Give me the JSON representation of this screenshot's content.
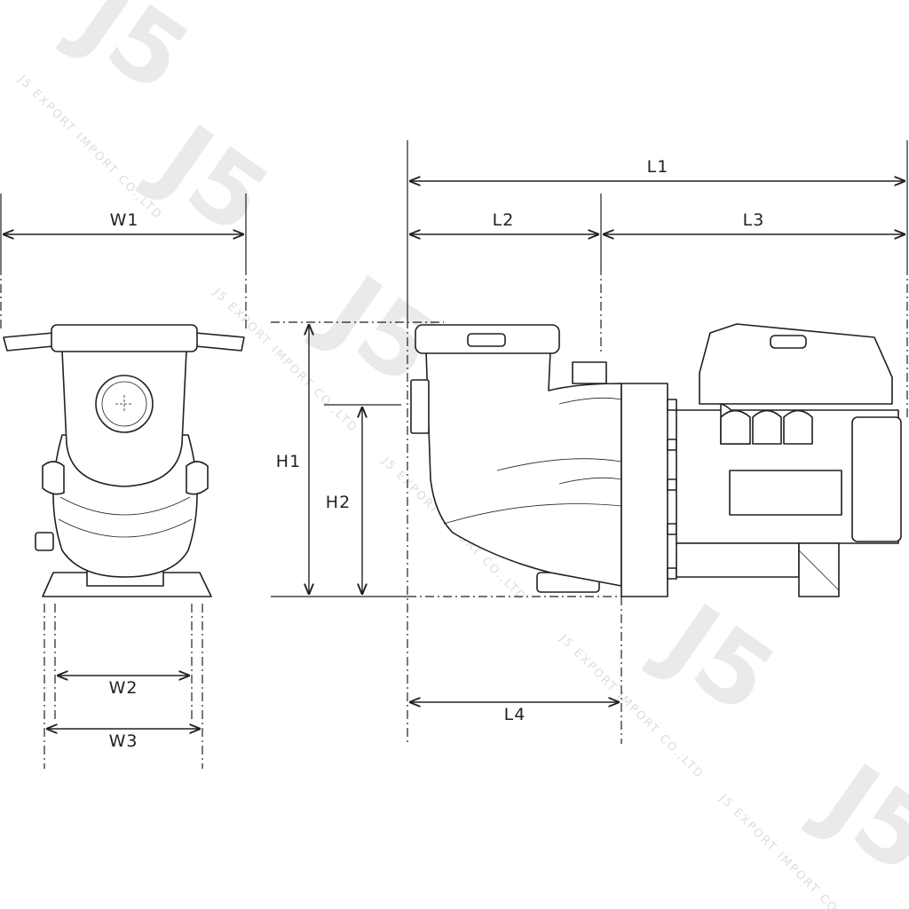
{
  "watermark": {
    "logo": "J5",
    "text": "J5 EXPORT IMPORT CO.,LTD"
  },
  "dimensions": {
    "L1": "L1",
    "L2": "L2",
    "L3": "L3",
    "L4": "L4",
    "W1": "W1",
    "W2": "W2",
    "W3": "W3",
    "H1": "H1",
    "H2": "H2"
  },
  "colors": {
    "line": "#231f20",
    "watermark": "#d9d9d9"
  }
}
